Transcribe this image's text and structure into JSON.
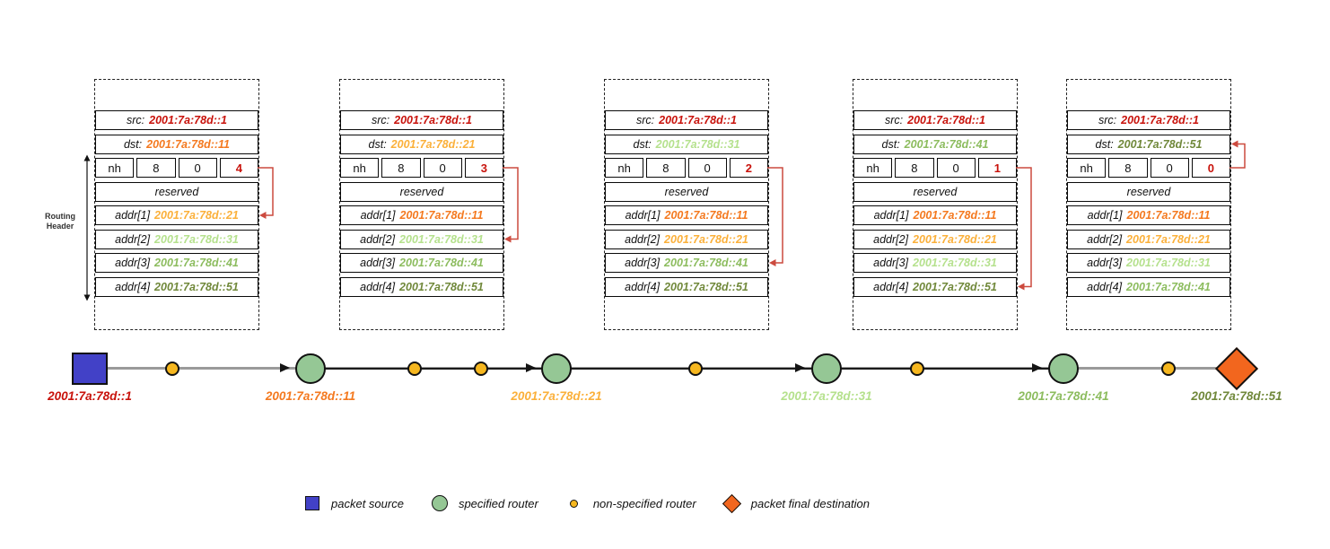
{
  "colors": {
    "red": "#c8120b",
    "orange": "#f4791f",
    "amber": "#fbb03a",
    "light-green": "#b5e18d",
    "green": "#8cbc5e",
    "dark-green": "#70883a",
    "arrow-red": "#cc4a3e",
    "source-blue": "#4241c7",
    "router-green": "#95c795",
    "dot-yellow": "#f6b71f",
    "dest-orange": "#f2661e",
    "line-gray": "#9a9a9a",
    "line-black": "#1b1b1b"
  },
  "routing_header_label": {
    "line1": "Routing",
    "line2": "Header"
  },
  "tables": [
    {
      "src_label": "src:",
      "src_value": "2001:7a:78d::1",
      "src_color": "red",
      "dst_label": "dst:",
      "dst_value": "2001:7a:78d::11",
      "dst_color": "orange",
      "nh": "nh",
      "hdr_ext_len": "8",
      "routing_type": "0",
      "segments_left": "4",
      "segments_left_color": "red",
      "reserved_label": "reserved",
      "addr1_label": "addr[1]",
      "addr1_value": "2001:7a:78d::21",
      "addr1_color": "amber",
      "addr2_label": "addr[2]",
      "addr2_value": "2001:7a:78d::31",
      "addr2_color": "light-green",
      "addr3_label": "addr[3]",
      "addr3_value": "2001:7a:78d::41",
      "addr3_color": "green",
      "addr4_label": "addr[4]",
      "addr4_value": "2001:7a:78d::51",
      "addr4_color": "dark-green"
    },
    {
      "src_label": "src:",
      "src_value": "2001:7a:78d::1",
      "src_color": "red",
      "dst_label": "dst:",
      "dst_value": "2001:7a:78d::21",
      "dst_color": "amber",
      "nh": "nh",
      "hdr_ext_len": "8",
      "routing_type": "0",
      "segments_left": "3",
      "segments_left_color": "red",
      "reserved_label": "reserved",
      "addr1_label": "addr[1]",
      "addr1_value": "2001:7a:78d::11",
      "addr1_color": "orange",
      "addr2_label": "addr[2]",
      "addr2_value": "2001:7a:78d::31",
      "addr2_color": "light-green",
      "addr3_label": "addr[3]",
      "addr3_value": "2001:7a:78d::41",
      "addr3_color": "green",
      "addr4_label": "addr[4]",
      "addr4_value": "2001:7a:78d::51",
      "addr4_color": "dark-green"
    },
    {
      "src_label": "src:",
      "src_value": "2001:7a:78d::1",
      "src_color": "red",
      "dst_label": "dst:",
      "dst_value": "2001:7a:78d::31",
      "dst_color": "light-green",
      "nh": "nh",
      "hdr_ext_len": "8",
      "routing_type": "0",
      "segments_left": "2",
      "segments_left_color": "red",
      "reserved_label": "reserved",
      "addr1_label": "addr[1]",
      "addr1_value": "2001:7a:78d::11",
      "addr1_color": "orange",
      "addr2_label": "addr[2]",
      "addr2_value": "2001:7a:78d::21",
      "addr2_color": "amber",
      "addr3_label": "addr[3]",
      "addr3_value": "2001:7a:78d::41",
      "addr3_color": "green",
      "addr4_label": "addr[4]",
      "addr4_value": "2001:7a:78d::51",
      "addr4_color": "dark-green"
    },
    {
      "src_label": "src:",
      "src_value": "2001:7a:78d::1",
      "src_color": "red",
      "dst_label": "dst:",
      "dst_value": "2001:7a:78d::41",
      "dst_color": "green",
      "nh": "nh",
      "hdr_ext_len": "8",
      "routing_type": "0",
      "segments_left": "1",
      "segments_left_color": "red",
      "reserved_label": "reserved",
      "addr1_label": "addr[1]",
      "addr1_value": "2001:7a:78d::11",
      "addr1_color": "orange",
      "addr2_label": "addr[2]",
      "addr2_value": "2001:7a:78d::21",
      "addr2_color": "amber",
      "addr3_label": "addr[3]",
      "addr3_value": "2001:7a:78d::31",
      "addr3_color": "light-green",
      "addr4_label": "addr[4]",
      "addr4_value": "2001:7a:78d::51",
      "addr4_color": "dark-green"
    },
    {
      "src_label": "src:",
      "src_value": "2001:7a:78d::1",
      "src_color": "red",
      "dst_label": "dst:",
      "dst_value": "2001:7a:78d::51",
      "dst_color": "dark-green",
      "nh": "nh",
      "hdr_ext_len": "8",
      "routing_type": "0",
      "segments_left": "0",
      "segments_left_color": "red",
      "reserved_label": "reserved",
      "addr1_label": "addr[1]",
      "addr1_value": "2001:7a:78d::11",
      "addr1_color": "orange",
      "addr2_label": "addr[2]",
      "addr2_value": "2001:7a:78d::21",
      "addr2_color": "amber",
      "addr3_label": "addr[3]",
      "addr3_value": "2001:7a:78d::31",
      "addr3_color": "light-green",
      "addr4_label": "addr[4]",
      "addr4_value": "2001:7a:78d::41",
      "addr4_color": "green"
    }
  ],
  "path": {
    "source": {
      "label": "2001:7a:78d::1",
      "color": "red"
    },
    "routers": [
      {
        "label": "2001:7a:78d::11",
        "color": "orange"
      },
      {
        "label": "2001:7a:78d::21",
        "color": "amber"
      },
      {
        "label": "2001:7a:78d::31",
        "color": "light-green"
      },
      {
        "label": "2001:7a:78d::41",
        "color": "green"
      }
    ],
    "destination": {
      "label": "2001:7a:78d::51",
      "color": "dark-green"
    }
  },
  "legend": {
    "items": [
      {
        "icon": "packet-source",
        "label": "packet source"
      },
      {
        "icon": "specified-router",
        "label": "specified router"
      },
      {
        "icon": "non-specified-router",
        "label": "non-specified router"
      },
      {
        "icon": "packet-final-destination",
        "label": "packet final destination"
      }
    ]
  }
}
